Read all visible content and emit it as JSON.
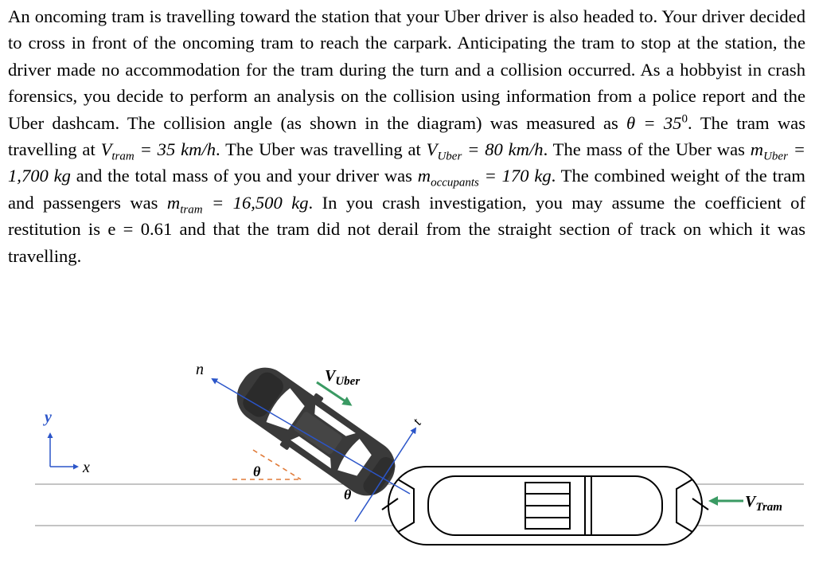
{
  "problem": {
    "s1": "An oncoming tram is travelling toward the station that your Uber driver is also headed to. Your driver decided to cross in front of the oncoming tram to reach the carpark. Anticipating the tram to stop at the station, the driver made no accommodation for the tram during the turn and a collision occurred. As a hobbyist in crash forensics, you decide to perform an analysis on the collision using information from a police report and the Uber dashcam. The collision angle (as shown in the diagram) was measured as ",
    "theta_eq": "θ = 35",
    "deg": "0",
    "s2": ". The tram was travelling at ",
    "v_tram": "V",
    "v_tram_sub": "tram",
    "eq_tram": " = 35 km/h",
    "s3": ". The Uber was travelling at ",
    "v_uber": "V",
    "v_uber_sub": "Uber",
    "eq_uber": " = 80 km/h",
    "s4": ". The mass of the Uber was ",
    "m_uber": "m",
    "m_uber_sub": "Uber",
    "eq_m_uber": " = 1,700 kg",
    "s5": " and the total mass of you and your driver was ",
    "m_occ": "m",
    "m_occ_sub": "occupants",
    "eq_m_occ": " = 170 kg",
    "s6": ". The combined weight of the tram and passengers was ",
    "m_tram": "m",
    "m_tram_sub": "tram",
    "eq_m_tram": " = 16,500 kg",
    "s7": ". In you crash investigation, you may assume the coefficient of restitution is e = 0.61 and that the tram did not derail from the straight section of track on which it was travelling."
  },
  "diagram": {
    "axis_y": "y",
    "axis_x": "x",
    "n_label": "n",
    "t_label": "t",
    "theta1": "θ",
    "theta2": "θ",
    "v_uber": "V",
    "v_uber_sub": "Uber",
    "v_tram": "V",
    "v_tram_sub": "Tram",
    "colors": {
      "velocity_arrow": "#3a9a63",
      "normal_line": "#2b55c9",
      "dashed": "#e07a38"
    }
  }
}
